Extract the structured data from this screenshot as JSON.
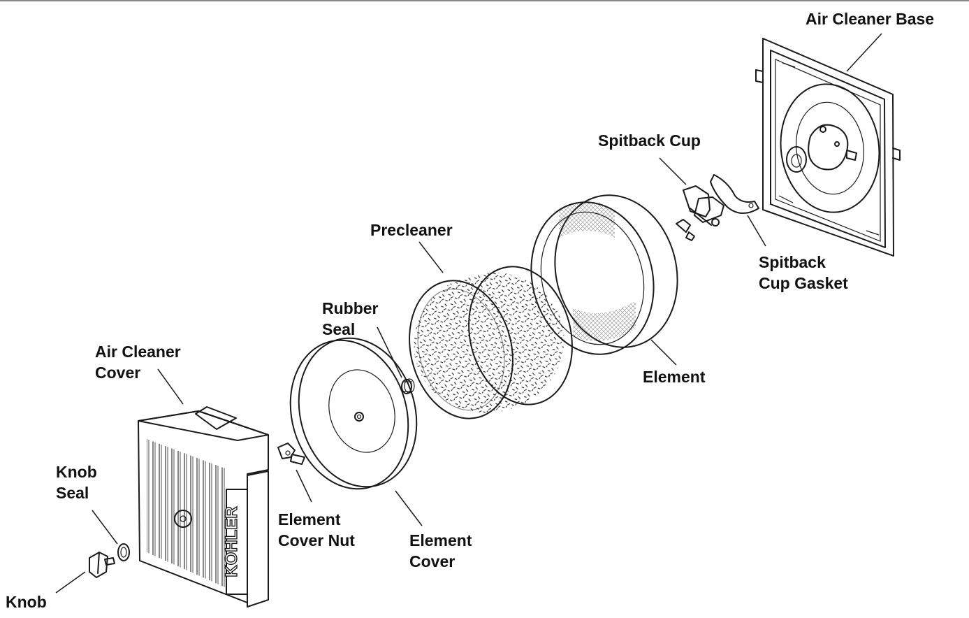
{
  "labels": {
    "air_cleaner_base": [
      "Air Cleaner Base"
    ],
    "spitback_cup": [
      "Spitback Cup"
    ],
    "spitback_cup_gasket": [
      "Spitback",
      "Cup Gasket"
    ],
    "precleaner": [
      "Precleaner"
    ],
    "rubber_seal": [
      "Rubber",
      "Seal"
    ],
    "element": [
      "Element"
    ],
    "air_cleaner_cover": [
      "Air Cleaner",
      "Cover"
    ],
    "knob_seal": [
      "Knob",
      "Seal"
    ],
    "element_cover_nut": [
      "Element",
      "Cover Nut"
    ],
    "element_cover": [
      "Element",
      "Cover"
    ],
    "knob": [
      "Knob"
    ]
  },
  "brand_text": "KOHLER",
  "colors": {
    "ink": "#1a1a1a",
    "background": "#ffffff"
  }
}
